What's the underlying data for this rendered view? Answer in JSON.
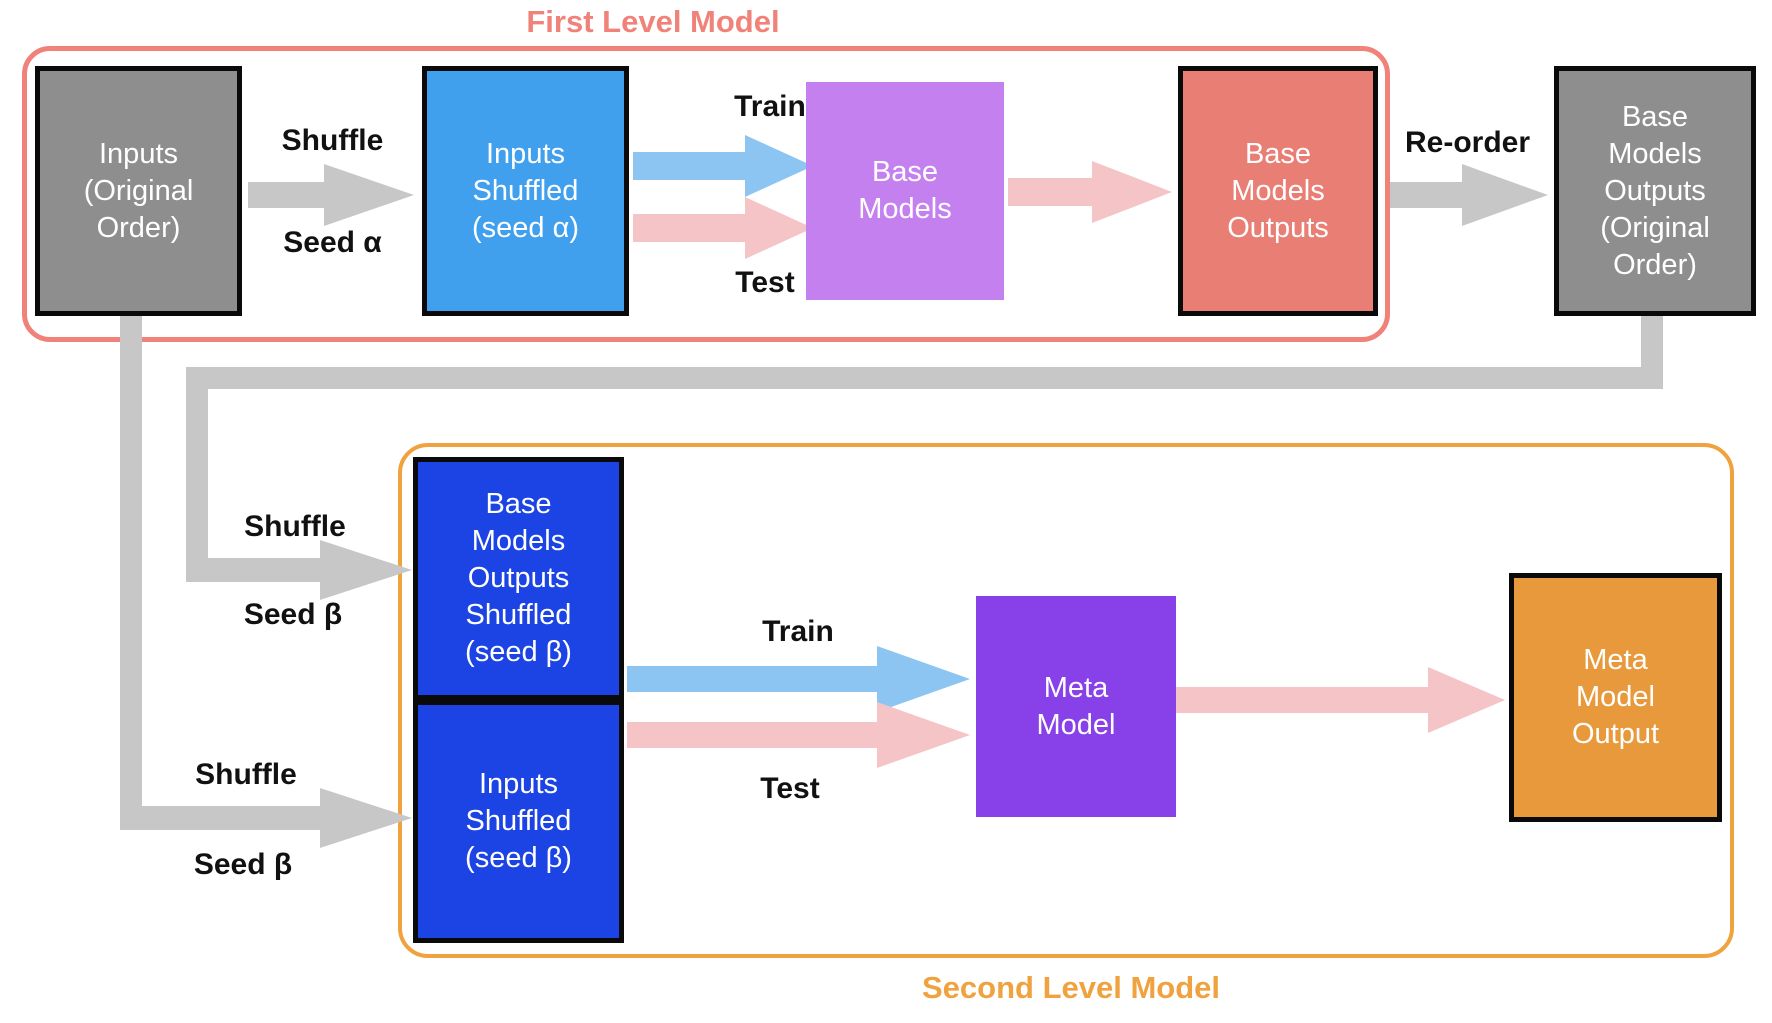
{
  "colors": {
    "salmon_accent": "#f0827a",
    "orange_accent": "#f0a23e",
    "box_gray": "#8e8e8e",
    "box_blue": "#41a0ee",
    "box_lavender": "#c580f0",
    "box_salmon": "#e87e74",
    "box_dark_blue": "#1c44e4",
    "box_purple": "#8840e8",
    "box_orange": "#e8993c",
    "arrow_blue": "#8cc5f1",
    "arrow_pink": "#f4c4c7",
    "arrow_gray": "#c7c7c7",
    "box_border": "#0a0a0a",
    "label_black": "#111111"
  },
  "first_level": {
    "title": "First Level Model",
    "boxes": {
      "inputs_original": "Inputs\n(Original\nOrder)",
      "inputs_shuffled_alpha": "Inputs\nShuffled\n(seed α)",
      "base_models": "Base\nModels",
      "base_models_outputs": "Base\nModels\nOutputs",
      "base_models_outputs_original": "Base\nModels\nOutputs\n(Original\nOrder)"
    },
    "labels": {
      "shuffle": "Shuffle",
      "seed_alpha": "Seed α",
      "train": "Train",
      "test": "Test",
      "reorder": "Re-order"
    }
  },
  "second_level": {
    "title": "Second Level Model",
    "boxes": {
      "base_models_outputs_shuffled": "Base\nModels\nOutputs\nShuffled\n(seed β)",
      "inputs_shuffled_beta": "Inputs\nShuffled\n(seed β)",
      "meta_model": "Meta\nModel",
      "meta_model_output": "Meta\nModel\nOutput"
    },
    "labels": {
      "shuffle_top": "Shuffle",
      "seed_beta_top": "Seed β",
      "shuffle_bottom": "Shuffle",
      "seed_beta_bottom": "Seed β",
      "train": "Train",
      "test": "Test"
    }
  }
}
